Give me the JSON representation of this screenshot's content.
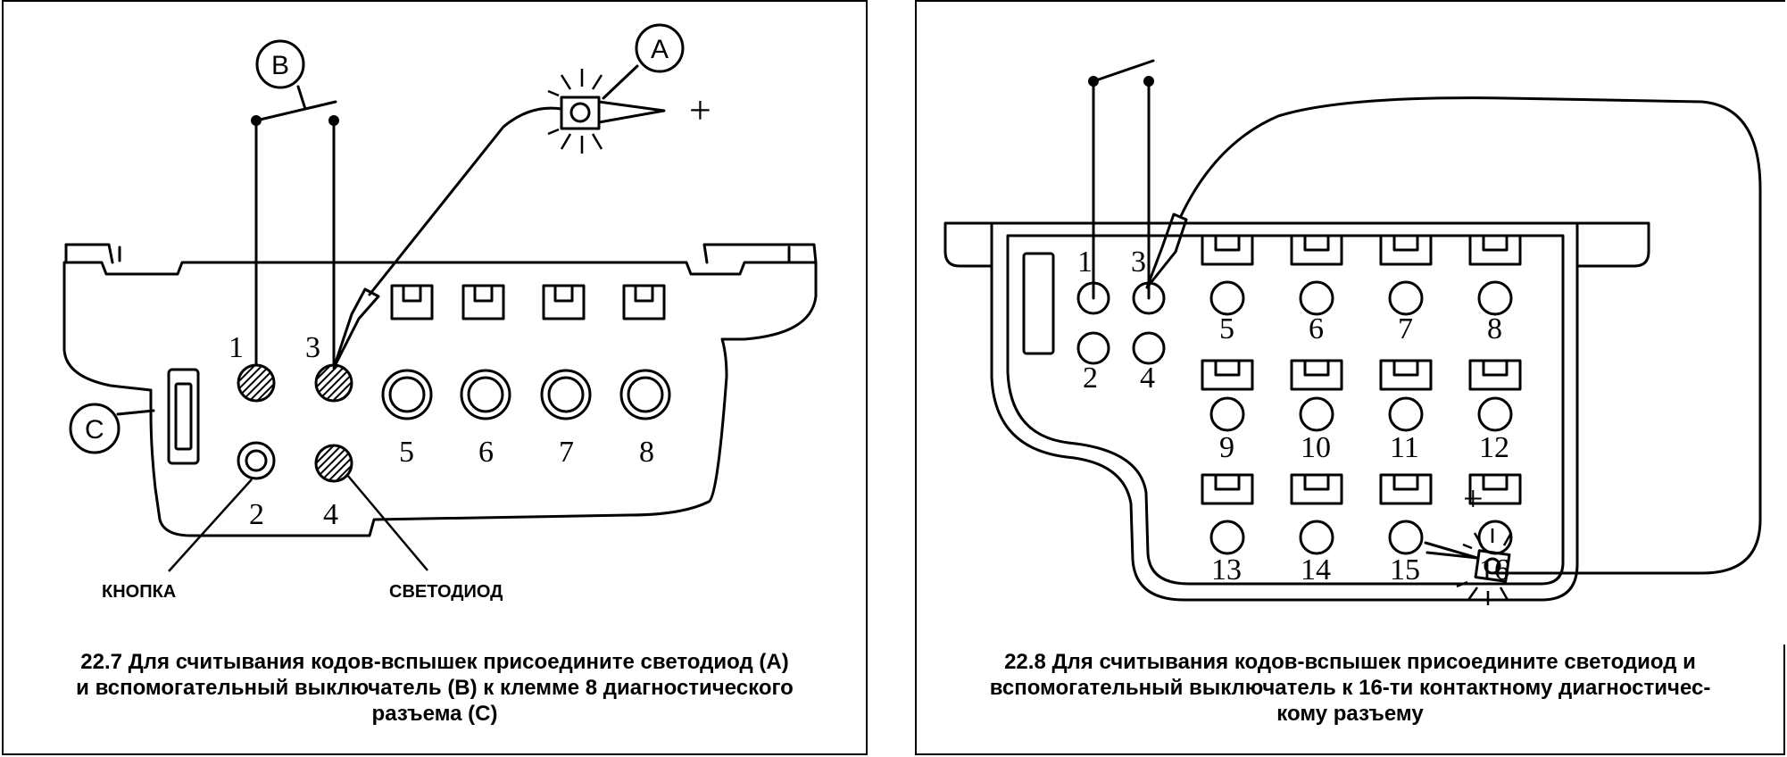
{
  "left": {
    "labels": {
      "A": "A",
      "B": "B",
      "C": "C",
      "plus": "+"
    },
    "pins": [
      "1",
      "2",
      "3",
      "4",
      "5",
      "6",
      "7",
      "8"
    ],
    "callouts": {
      "button": "КНОПКА",
      "led": "СВЕТОДИОД"
    },
    "caption": [
      "22.7 Для считывания кодов-вспышек присоедините светодиод (А)",
      "и вспомогательный выключатель (В) к клемме 8 диагностического",
      "разъема (С)"
    ]
  },
  "right": {
    "labels": {
      "plus": "+"
    },
    "pins": [
      "1",
      "2",
      "3",
      "4",
      "5",
      "6",
      "7",
      "8",
      "9",
      "10",
      "11",
      "12",
      "13",
      "14",
      "15",
      "16"
    ],
    "caption": [
      "22.8 Для считывания кодов-вспышек присоедините светодиод и",
      "вспомогательный выключатель к 16-ти контактному диагностичес-",
      "кому разъему"
    ]
  }
}
